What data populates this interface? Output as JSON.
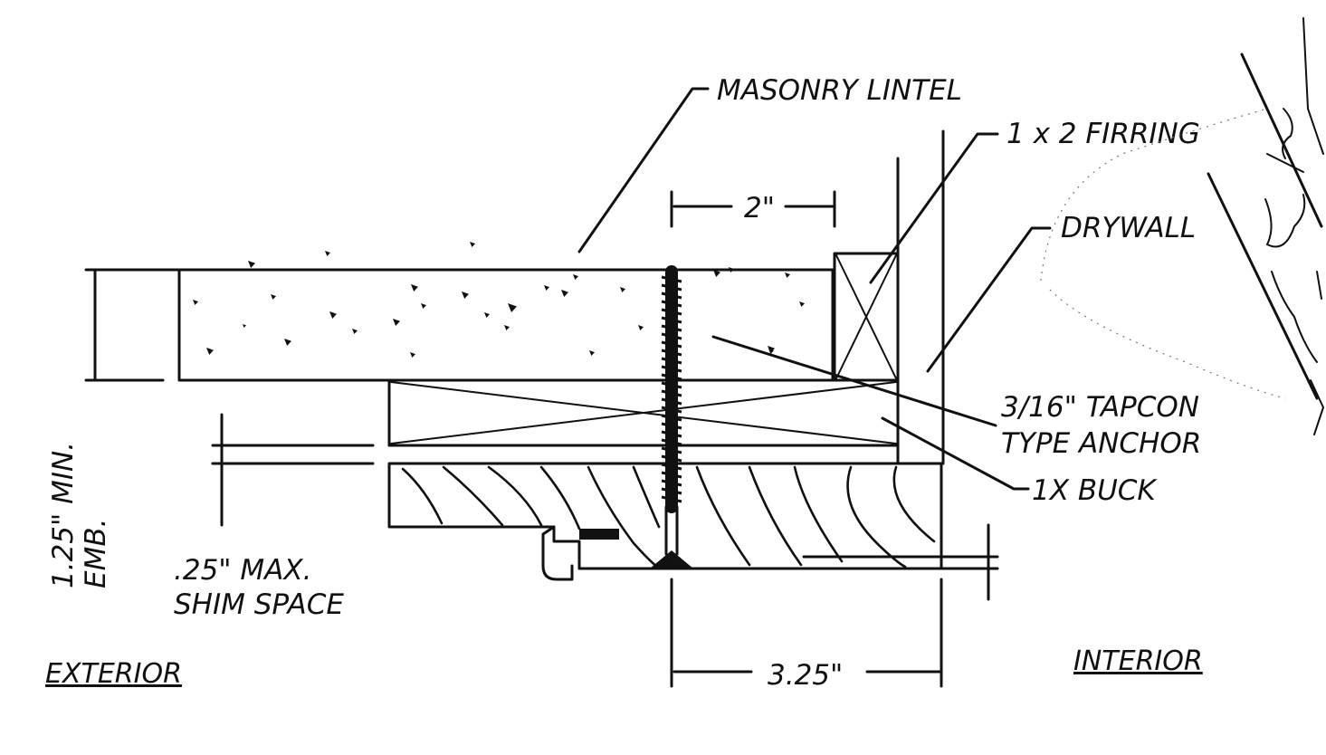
{
  "labels": {
    "masonry_lintel": "MASONRY LINTEL",
    "firring": "1 x 2 FIRRING",
    "drywall": "DRYWALL",
    "anchor_line1": "3/16\" TAPCON",
    "anchor_line2": "TYPE ANCHOR",
    "buck": "1X BUCK",
    "embed_line1": "1.25\" MIN.",
    "embed_line2": "EMB.",
    "shim_line1": ".25\" MAX.",
    "shim_line2": "SHIM SPACE",
    "exterior": "EXTERIOR",
    "interior": "INTERIOR"
  },
  "dimensions": {
    "anchor_spacing": "2\"",
    "frame_depth": "3.25\""
  },
  "colors": {
    "line": "#111111",
    "background": "#ffffff"
  }
}
